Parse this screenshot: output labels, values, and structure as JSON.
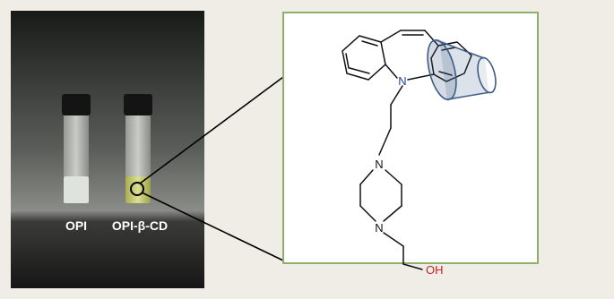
{
  "photo": {
    "vial_labels": [
      "OPI",
      "OPI-β-CD"
    ],
    "vial_colors": {
      "opi_liquid": "#dfe3de",
      "complex_liquid": "#d5d78a",
      "cap": "#141414"
    }
  },
  "structure": {
    "atoms": {
      "nitrogen": "N",
      "hydroxyl": "OH"
    },
    "colors": {
      "frame": "#8fb06c",
      "bonds": "#111111",
      "nitrogen": "#1f3fae",
      "oxygen": "#cc2222",
      "cyclodextrin": "#3e5c86"
    },
    "icons": [
      "cyclodextrin-cone-icon",
      "magnifier-circle-icon"
    ]
  }
}
